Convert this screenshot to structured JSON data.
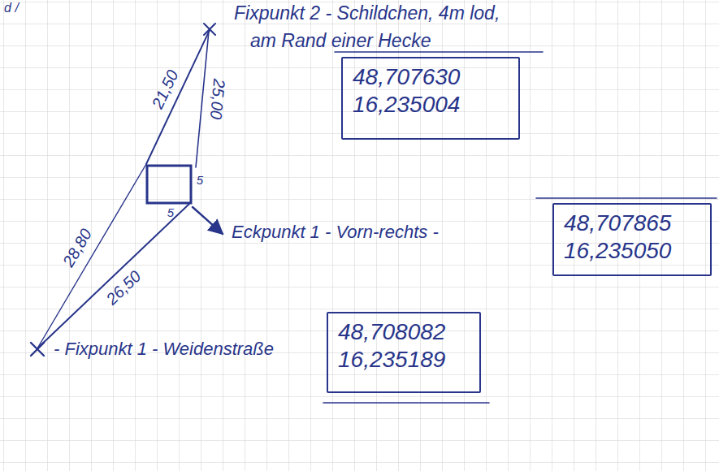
{
  "diagram": {
    "nodes": [
      {
        "text": [
          "48,707630",
          "16,235004"
        ]
      },
      {
        "text": [
          "48,707865",
          "16,235050"
        ]
      },
      {
        "text": [
          "48,708082",
          "16,235189"
        ]
      }
    ],
    "labels": [
      "d /",
      "Fixpunkt 2 - Schildchen, 4m lod,",
      "am Rand einer Hecke",
      "Eckpunkt 1 - Vorn-rechts -",
      "- Fixpunkt 1 - Weidenstraße",
      "21,50",
      "25,00",
      "28,80",
      "26,50",
      "5",
      "5"
    ]
  }
}
